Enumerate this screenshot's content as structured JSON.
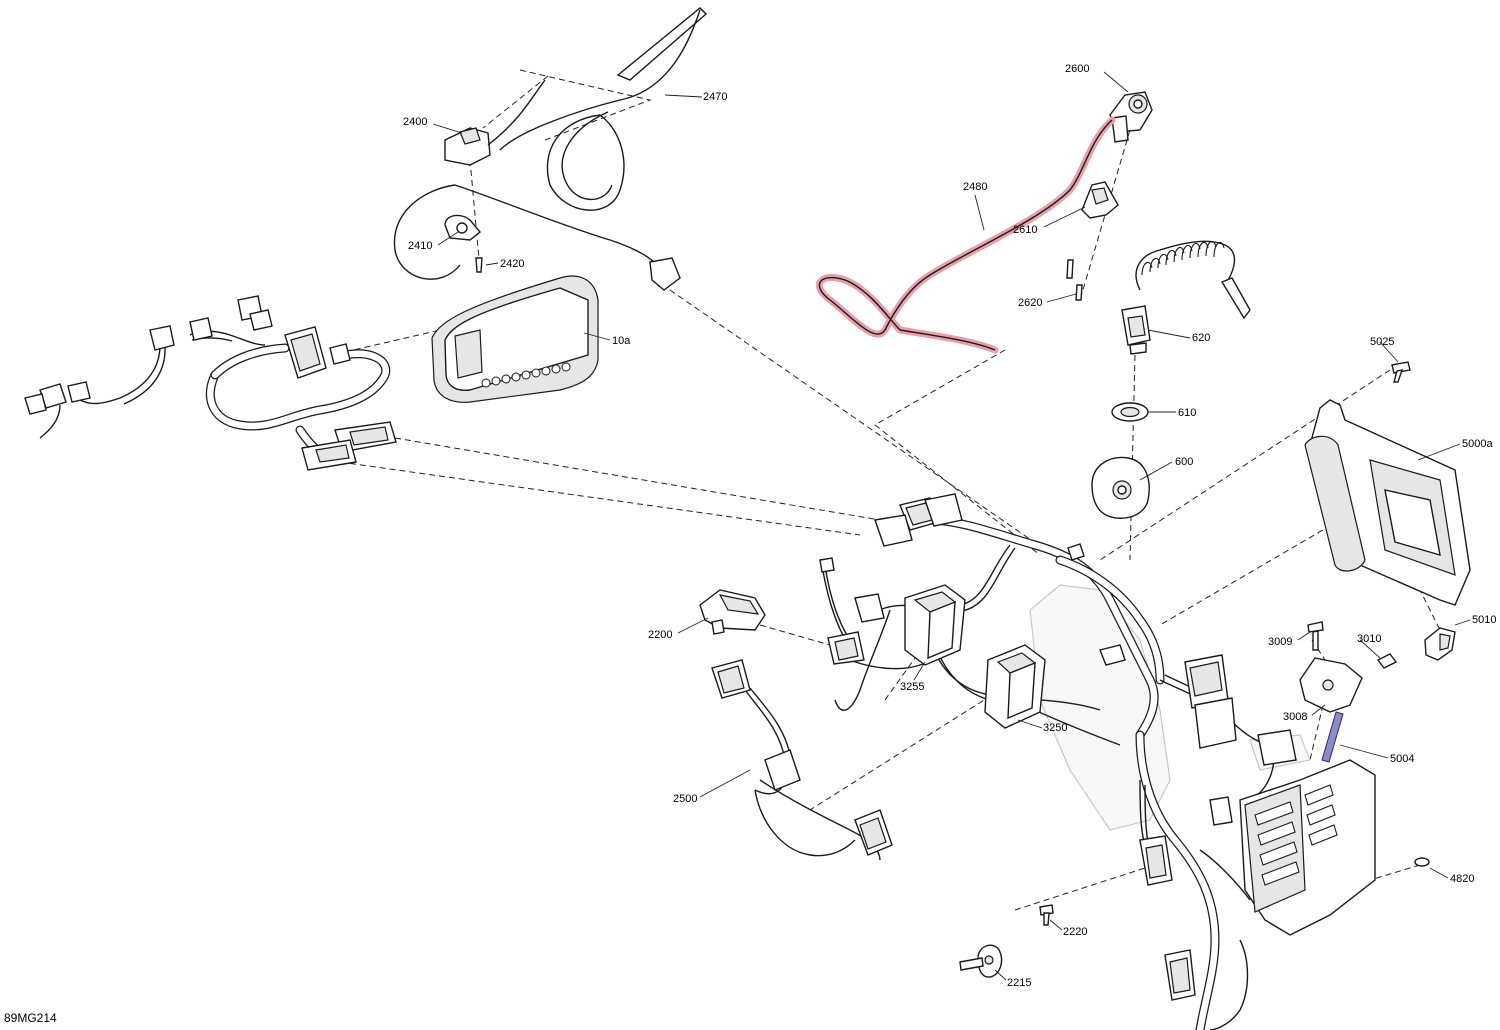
{
  "diagram": {
    "reference_code": "89MG214",
    "callouts": [
      {
        "id": "c2470",
        "label": "2470"
      },
      {
        "id": "c2400",
        "label": "2400"
      },
      {
        "id": "c2410",
        "label": "2410"
      },
      {
        "id": "c2420",
        "label": "2420"
      },
      {
        "id": "c10a",
        "label": "10a"
      },
      {
        "id": "c2600",
        "label": "2600"
      },
      {
        "id": "c2480",
        "label": "2480"
      },
      {
        "id": "c2610",
        "label": "2610"
      },
      {
        "id": "c2620",
        "label": "2620"
      },
      {
        "id": "c620",
        "label": "620"
      },
      {
        "id": "c610",
        "label": "610"
      },
      {
        "id": "c600",
        "label": "600"
      },
      {
        "id": "c5025",
        "label": "5025"
      },
      {
        "id": "c5000a",
        "label": "5000a"
      },
      {
        "id": "c5010",
        "label": "5010"
      },
      {
        "id": "c3009",
        "label": "3009"
      },
      {
        "id": "c3010",
        "label": "3010"
      },
      {
        "id": "c3008",
        "label": "3008"
      },
      {
        "id": "c5004",
        "label": "5004"
      },
      {
        "id": "c4820",
        "label": "4820"
      },
      {
        "id": "c2200",
        "label": "2200"
      },
      {
        "id": "c3255",
        "label": "3255"
      },
      {
        "id": "c3250",
        "label": "3250"
      },
      {
        "id": "c2500",
        "label": "2500"
      },
      {
        "id": "c2220",
        "label": "2220"
      },
      {
        "id": "c2215",
        "label": "2215"
      }
    ],
    "colors": {
      "highlight_wire": "#e8a0a8",
      "highlight_bolt": "#8c8ccc",
      "line": "#1a1a1a",
      "ghost": "#c8c8c8"
    }
  }
}
